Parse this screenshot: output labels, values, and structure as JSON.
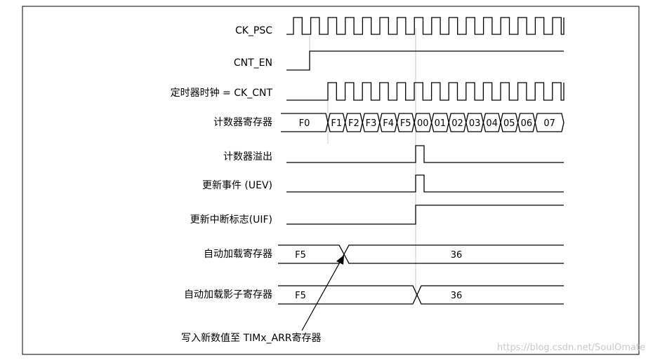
{
  "signals": [
    {
      "id": "ck_psc",
      "label": "CK_PSC"
    },
    {
      "id": "cnt_en",
      "label": "CNT_EN"
    },
    {
      "id": "ck_cnt",
      "label": "定时器时钟 = CK_CNT"
    },
    {
      "id": "counter",
      "label": "计数器寄存器"
    },
    {
      "id": "overflow",
      "label": "计数器溢出"
    },
    {
      "id": "uev",
      "label": "更新事件 (UEV)"
    },
    {
      "id": "uif",
      "label": "更新中断标志(UIF)"
    },
    {
      "id": "arr",
      "label": "自动加载寄存器"
    },
    {
      "id": "arr_shadow",
      "label": "自动加载影子寄存器"
    }
  ],
  "counter_values": [
    "F0",
    "F1",
    "F2",
    "F3",
    "F4",
    "F5",
    "00",
    "01",
    "02",
    "03",
    "04",
    "05",
    "06",
    "07"
  ],
  "arr_values": {
    "before": "F5",
    "after": "36"
  },
  "arr_shadow_values": {
    "before": "F5",
    "after": "36"
  },
  "annotation": "写入新数值至 TIMx_ARR寄存器",
  "watermark": "https://blog.csdn.net/SoulOmate"
}
